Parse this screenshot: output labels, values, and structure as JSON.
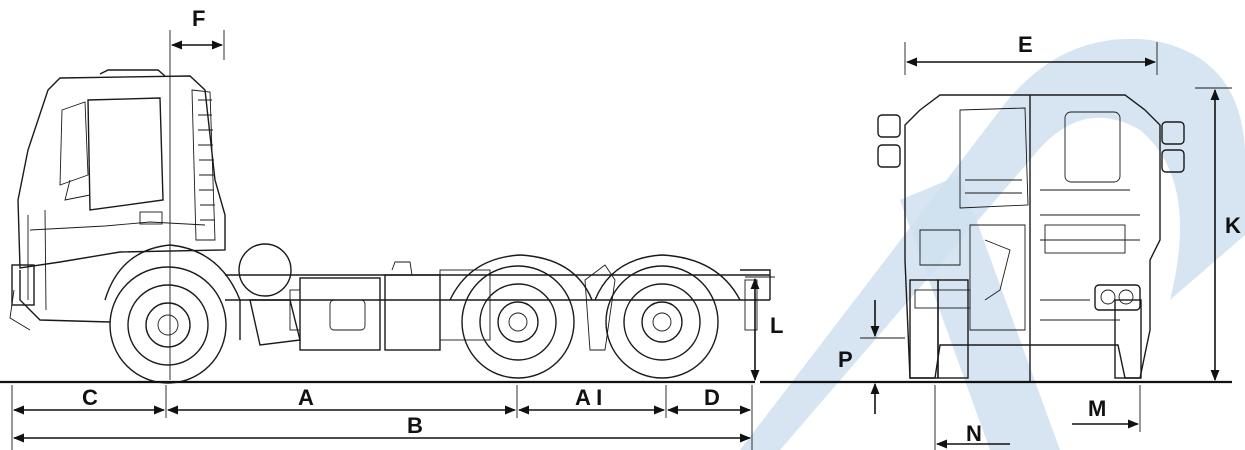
{
  "diagram": {
    "watermark_color": "#cfe0ee",
    "line_color": "#111111",
    "dimension_labels": {
      "F": "F",
      "E": "E",
      "K": "K",
      "L": "L",
      "P": "P",
      "C": "C",
      "A": "A",
      "AI": "A I",
      "D": "D",
      "B": "B",
      "M": "M",
      "N": "N"
    }
  }
}
